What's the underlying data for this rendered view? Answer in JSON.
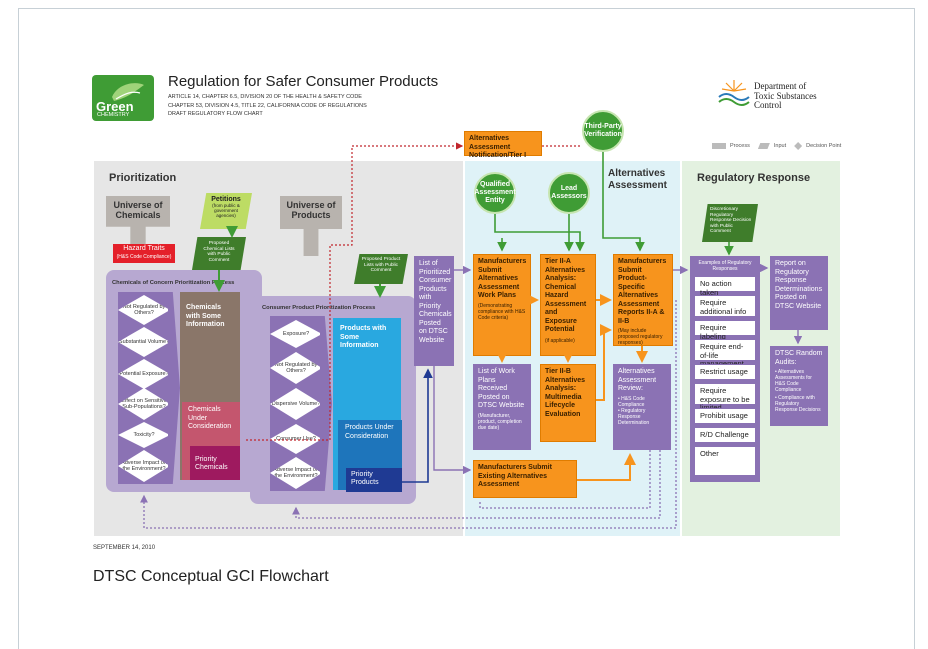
{
  "header": {
    "logo_text": "Green",
    "logo_subtext": "CHEMISTRY",
    "title": "Regulation for Safer Consumer Products",
    "subtitle_lines": [
      "ARTICLE 14, CHAPTER 6.5, DIVISION 20 OF THE HEALTH & SAFETY CODE",
      "CHAPTER 53, DIVISION 4.5, TITLE 22, CALIFORNIA CODE OF REGULATIONS",
      "DRAFT REGULATORY FLOW CHART"
    ],
    "dtsc_line1": "Department of",
    "dtsc_line2": "Toxic Substances",
    "dtsc_line3": "Control"
  },
  "legend": {
    "process": "Process",
    "input": "Input",
    "decision": "Decision Point"
  },
  "sections": {
    "prioritization": "Prioritization",
    "alternatives": "Alternatives Assessment",
    "regulatory": "Regulatory Response"
  },
  "prioritization": {
    "universe_chemicals": "Universe of Chemicals",
    "universe_products": "Universe of Products",
    "hazard_traits": "Hazard Traits",
    "hazard_traits_sub": "(H&S Code Compliance)",
    "petitions": "Petitions",
    "petitions_sub": "(from public & government agencies)",
    "proposed_chem_lists": "Proposed Chemical Lists with Public Comment",
    "proposed_prod_lists": "Proposed Product Lists with Public Comment",
    "chem_process_title": "Chemicals of Concern Prioritization Process",
    "prod_process_title": "Consumer Product Prioritization Process",
    "chem_decisions": [
      "Not Regulated by Others?",
      "Substantial Volume?",
      "Potential Exposure?",
      "Effect on Sensitive Sub-Populations?",
      "Toxicity?",
      "Adverse Impact on the Environment?"
    ],
    "prod_decisions": [
      "Exposure?",
      "Not Regulated by Others?",
      "Dispersive Volume?",
      "Consumer Use?",
      "Adverse Impact on the Environment?"
    ],
    "chem_some_info": "Chemicals with Some Information",
    "chem_under_consideration": "Chemicals Under Consideration",
    "priority_chemicals": "Priority Chemicals",
    "prod_some_info": "Products with Some Information",
    "prod_under_consideration": "Products Under Consideration",
    "priority_products": "Priority Products",
    "list_prioritized": "List of Prioritized Consumer Products with Priority Chemicals Posted on DTSC Website"
  },
  "alternatives": {
    "notification": "Alternatives Assessment Notification/Tier I",
    "third_party": "Third-Party Verification",
    "qualified_entity": "Qualified Assessment Entity",
    "lead_assessors": "Lead Assessors",
    "work_plans": "Manufacturers Submit Alternatives Assessment Work Plans",
    "work_plans_sub": "(Demonstrating compliance with H&S Code criteria)",
    "tier2a": "Tier II-A Alternatives Analysis: Chemical Hazard Assessment and Exposure Potential",
    "tier2a_sub": "(if applicable)",
    "product_specific": "Manufacturers Submit Product-Specific Alternatives Assessment Reports II-A & II-B",
    "product_specific_sub": "(May include proposed regulatory responses)",
    "list_work_plans": "List of Work Plans Received Posted on DTSC Website",
    "list_work_plans_sub": "(Manufacturer, product, completion due date)",
    "tier2b": "Tier II-B Alternatives Analysis: Multimedia Lifecycle Evaluation",
    "review": "Alternatives Assessment Review:",
    "review_items": [
      "H&S Code Compliance",
      "Regulatory Response Determination"
    ],
    "existing": "Manufacturers Submit Existing Alternatives Assessment"
  },
  "regulatory": {
    "discretionary": "Discretionary Regulatory Response Decision with Public Comment",
    "examples": "Examples of Regulatory Responses",
    "responses": [
      "No action taken",
      "Require additional info",
      "Require labeling",
      "Require end-of-life management",
      "Restrict usage",
      "Require exposure to be limited",
      "Prohibit usage",
      "R/D Challenge",
      "Other"
    ],
    "report": "Report on Regulatory Response Determinations Posted on DTSC Website",
    "audits_title": "DTSC Random Audits:",
    "audits_items": [
      "Alternatives Assessments for H&S Code Compliance",
      "Compliance with Regulatory Response Decisions"
    ]
  },
  "footer": {
    "date": "SEPTEMBER 14, 2010",
    "caption": "DTSC Conceptual GCI Flowchart"
  },
  "colors": {
    "orange": "#f7941d",
    "purple": "#8b72b4",
    "green": "#3f9c35",
    "lightgray_bg": "#e6e6e6",
    "cyan_bg": "#dff2f7",
    "green_bg": "#e3f1e0",
    "brown": "#8a7669",
    "magenta": "#9e1a5f",
    "blue": "#29a8e0",
    "darkblue": "#1f3a93",
    "red": "#e4202a"
  }
}
